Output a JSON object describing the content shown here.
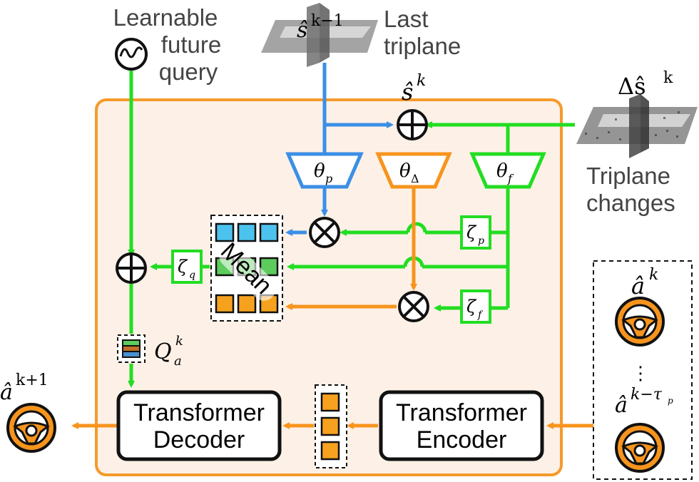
{
  "labels": {
    "learnable_query": [
      "Learnable",
      "future",
      "query"
    ],
    "last_triplane": [
      "Last",
      "triplane"
    ],
    "triplane_changes": [
      "Triplane",
      "changes"
    ],
    "mean": "Mean"
  },
  "math": {
    "s_hat_prev": "ŝ",
    "s_hat_prev_sup": "k−1",
    "s_hat": "ŝ",
    "s_hat_sup": "k",
    "delta_s_hat": "Δŝ",
    "delta_s_hat_sup": "k",
    "theta_p": "θ",
    "theta_p_sub": "p",
    "theta_delta": "θ",
    "theta_delta_sub": "Δ",
    "theta_f": "θ",
    "theta_f_sub": "f",
    "zeta_p": "ζ",
    "zeta_p_sub": "p",
    "zeta_f": "ζ",
    "zeta_f_sub": "f",
    "zeta_q": "ζ",
    "zeta_q_sub": "q",
    "q_a": "Q",
    "q_a_sub": "a",
    "q_a_sup": "k",
    "a_next": "â",
    "a_next_sup": "k+1",
    "a_k": "â",
    "a_k_sup": "k",
    "a_hist": "â",
    "a_hist_sup": "k−τ",
    "a_hist_sup_sub": "p",
    "vdots": "⋮"
  },
  "blocks": {
    "decoder": [
      "Transformer",
      "Decoder"
    ],
    "encoder": [
      "Transformer",
      "Encoder"
    ]
  },
  "colors": {
    "green": "#22dd22",
    "blue": "#3b8fe6",
    "orange": "#f7941d",
    "panel_fill": "#fdf1e7",
    "panel_border": "#f59a2a",
    "cyan_token": "#4cc3ee",
    "green_token": "#5ccc5c",
    "orange_token": "#f7a21e"
  }
}
